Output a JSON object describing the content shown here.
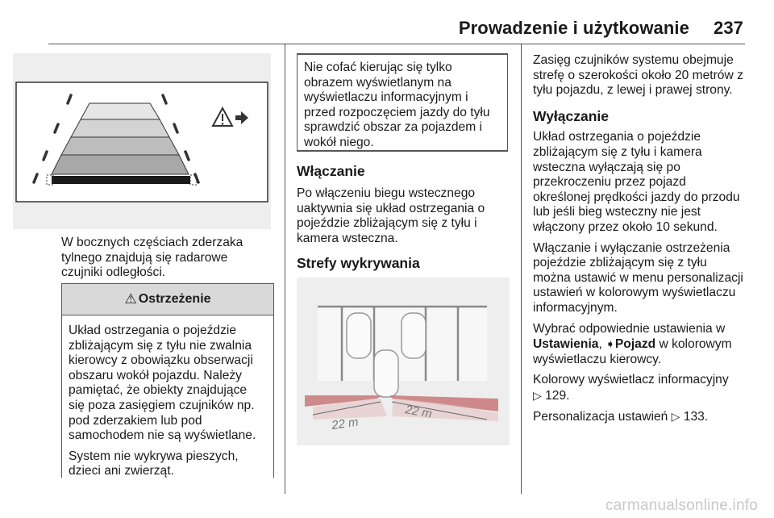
{
  "header": {
    "title": "Prowadzenie i użytkowanie",
    "page_number": "237"
  },
  "col1": {
    "intro": [
      "W bocznych częściach zderzaka",
      "tylnego znajdują się radarowe",
      "czujniki odległości."
    ],
    "warning": {
      "title": "Ostrzeżenie",
      "paragraph1": [
        "Układ ostrzegania o pojeździe",
        "zbliżającym się z tyłu nie zwalnia",
        "kierowcy z obowiązku obserwacji",
        "obszaru wokół pojazdu. Należy",
        "pamiętać, że obiekty znajdujące",
        "się poza zasięgiem czujników np.",
        "pod zderzakiem lub pod",
        "samochodem nie są wyświetlane."
      ],
      "paragraph2": [
        "System nie wykrywa pieszych,",
        "dzieci ani zwierząt."
      ]
    }
  },
  "col2": {
    "notice": [
      "Nie cofać kierując się tylko",
      "obrazem wyświetlanym na",
      "wyświetlaczu informacyjnym i",
      "przed rozpoczęciem jazdy do tyłu",
      "sprawdzić obszar za pojazdem i",
      "wokół niego."
    ],
    "h_enable": "Włączanie",
    "enable_text": [
      "Po włączeniu biegu wstecznego",
      "uaktywnia się układ ostrzegania o",
      "pojeździe zbliżającym się z tyłu i",
      "kamera wsteczna."
    ],
    "h_zones": "Strefy wykrywania",
    "zone_label_left": "22 m",
    "zone_label_right": "22 m"
  },
  "col3": {
    "range_text": [
      "Zasięg czujników systemu obejmuje",
      "strefę o szerokości około 20 metrów z",
      "tyłu pojazdu, z lewej i prawej strony."
    ],
    "h_disable": "Wyłączanie",
    "disable_text": [
      "Układ ostrzegania o pojeździe",
      "zbliżającym się z tyłu i kamera",
      "wsteczna wyłączają się po",
      "przekroczeniu przez pojazd",
      "określonej prędkości jazdy do przodu",
      "lub jeśli bieg wsteczny nie jest",
      "włączony przez około 10 sekund."
    ],
    "toggle_text": [
      "Włączanie i wyłączanie ostrzeżenia",
      "pojeździe zbliżającym się z tyłu",
      "można ustawić w menu personalizacji",
      "ustawień w kolorowym wyświetlaczu",
      "informacyjnym."
    ],
    "select_lead": "Wybrać odpowiednie ustawienia w",
    "menu_settings": "Ustawienia",
    "menu_sep": ",",
    "menu_vehicle": "Pojazd",
    "menu_tail": " w kolorowym",
    "menu_tail2": "wyświetlaczu kierowcy.",
    "colour_display": "Kolorowy wyświetlacz informacyjny",
    "ref1": "129.",
    "personalisation": "Personalizacja ustawień",
    "ref2": "133."
  },
  "watermark": "carmanualsonline.info",
  "icons": {
    "warning": "warning-triangle-icon",
    "arrow": "play-arrow-icon",
    "ref": "page-ref-arrow-icon"
  }
}
